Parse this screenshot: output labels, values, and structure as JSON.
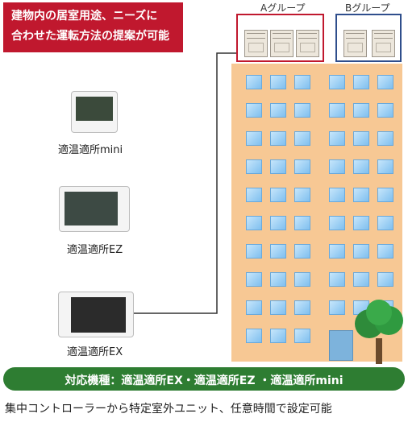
{
  "title_box": {
    "line1": "建物内の居室用途、ニーズに",
    "line2": "合わせた運転方法の提案が可能"
  },
  "groups": [
    {
      "label": "Aグループ",
      "color": "#c0182e"
    },
    {
      "label": "Bグループ",
      "color": "#2f4e8c"
    }
  ],
  "devices": [
    {
      "label": "適温適所mini"
    },
    {
      "label": "適温適所EZ"
    },
    {
      "label": "適温適所EX"
    }
  ],
  "spec_bar": {
    "text": "対応機種：適温適所EX・適温適所EZ ・適温適所mini",
    "color": "#2e7d32"
  },
  "footer": {
    "text": "集中コントローラーから特定室外ユニット、任意時間で設定可能"
  }
}
